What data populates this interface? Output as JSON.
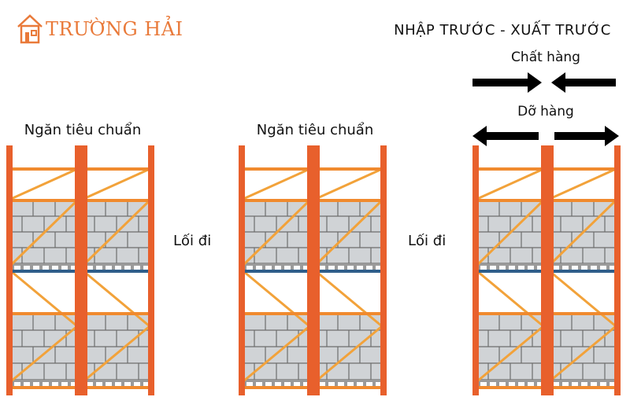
{
  "logo": {
    "text": "TRƯỜNG HẢI",
    "icon": "house-icon"
  },
  "title": "NHẬP TRƯỚC - XUẤT TRƯỚC",
  "arrows": {
    "load_label": "Chất hàng",
    "unload_label": "Dỡ hàng"
  },
  "racks": [
    {
      "label": "Ngăn tiêu chuẩn"
    },
    {
      "label": "Ngăn tiêu chuẩn"
    },
    {
      "label": ""
    }
  ],
  "aisles": [
    {
      "label": "Lối đi"
    },
    {
      "label": "Lối đi"
    }
  ],
  "colors": {
    "upright": "#e8602c",
    "brace": "#f2a23a",
    "beam": "#f08a2e",
    "brick": "#d0d3d6",
    "mortar": "#6d6d6d",
    "pallet": "#9a9a9a",
    "blue_beam": "#2f5e8a",
    "logo": "#e97a3a"
  }
}
